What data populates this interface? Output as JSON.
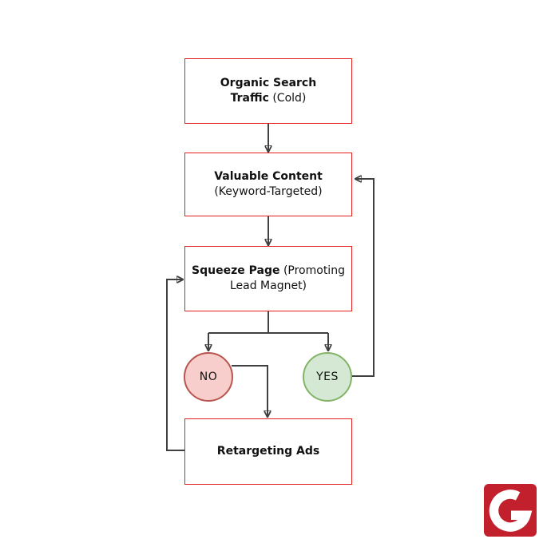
{
  "page": {
    "background": "#ffffff"
  },
  "flowchart": {
    "nodes": [
      {
        "id": "organic-search-traffic",
        "bold": "Organic Search Traffic",
        "normal": "(Cold)"
      },
      {
        "id": "valuable-content",
        "bold": "Valuable Content",
        "normal": "(Keyword-Targeted)"
      },
      {
        "id": "squeeze-page",
        "bold": "Squeeze Page",
        "normal": "(Promoting Lead Magnet)"
      },
      {
        "id": "retargeting-ads",
        "bold": "Retargeting Ads",
        "normal": ""
      }
    ],
    "decisions": [
      {
        "id": "no",
        "label": "NO",
        "fill": "#f8cecc",
        "stroke": "#b85450"
      },
      {
        "id": "yes",
        "label": "YES",
        "fill": "#d5e8d4",
        "stroke": "#82b366"
      }
    ],
    "edges": [
      {
        "from": "organic-search-traffic",
        "to": "valuable-content"
      },
      {
        "from": "valuable-content",
        "to": "squeeze-page"
      },
      {
        "from": "squeeze-page",
        "to": "no"
      },
      {
        "from": "squeeze-page",
        "to": "yes"
      },
      {
        "from": "no",
        "to": "retargeting-ads"
      },
      {
        "from": "yes",
        "to": "valuable-content"
      },
      {
        "from": "retargeting-ads",
        "to": "squeeze-page"
      }
    ],
    "colors": {
      "box_border": "#e61e1e",
      "connector": "#404040",
      "arrowhead": "#1a1a1a",
      "text": "#111111"
    }
  },
  "logo": {
    "name": "g-logo",
    "letter": "G",
    "background": "#c2202c",
    "foreground": "#ffffff"
  }
}
